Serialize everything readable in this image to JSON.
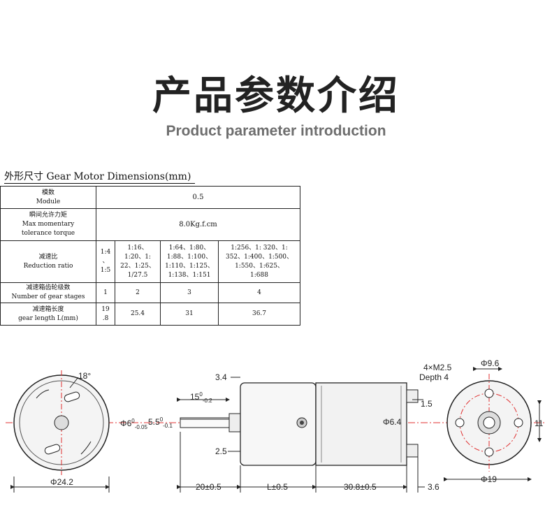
{
  "heading": {
    "zh": "产品参数介绍",
    "en": "Product parameter introduction"
  },
  "table": {
    "title": "外形尺寸 Gear Motor Dimensions(mm)",
    "rows": {
      "module": {
        "zh": "模数",
        "en": "Module",
        "value": "0.5"
      },
      "torque": {
        "zh": "瞬间允许力矩",
        "en": "Max momentary\ntolerance torque",
        "value": "8.0Kg.f.cm"
      },
      "ratio": {
        "zh": "减速比",
        "en": "Reduction ratio",
        "values": [
          "1:4\n、\n1:5",
          "1:16、\n1:20、1:\n22、1:25、\n1/27.5",
          "1:64、1:80、\n1:88、1:100、\n1:110、1:125、\n1:138、1:151",
          "1:256、1: 320、1:\n352、1:400、1:500、\n1:550、1:625、\n1:688"
        ]
      },
      "stages": {
        "zh": "减速箱齿轮级数",
        "en": "Number of gear stages",
        "values": [
          "1",
          "2",
          "3",
          "4"
        ]
      },
      "length": {
        "zh": "减速箱长度",
        "en": "gear length L(mm)",
        "values": [
          "19\n.8",
          "25.4",
          "31",
          "36.7"
        ]
      }
    }
  },
  "drawing": {
    "angle": "18°",
    "dia_body": "Φ24.2",
    "dim_3_4": "3.4",
    "dim_15": "15",
    "dim_15_tol": "0",
    "dim_15_tol2": "-0.2",
    "dim_6": "Φ6",
    "dim_6_tol": "0",
    "dim_6_tol2": "-0.05",
    "dim_5_5": "5.5",
    "dim_5_5_tol": "0",
    "dim_5_5_tol2": "-0.1",
    "dim_2_5": "2.5",
    "dim_20": "20±0.5",
    "dim_L": "L±0.5",
    "dim_30_8": "30.8±0.5",
    "dim_3_6": "3.6",
    "dim_6_4": "Φ6.4",
    "dim_1_5": "1.5",
    "screw": "4×M2.5",
    "depth": "Depth 4",
    "dim_9_6": "Φ9.6",
    "dim_11": "11",
    "dim_19": "Φ19"
  }
}
